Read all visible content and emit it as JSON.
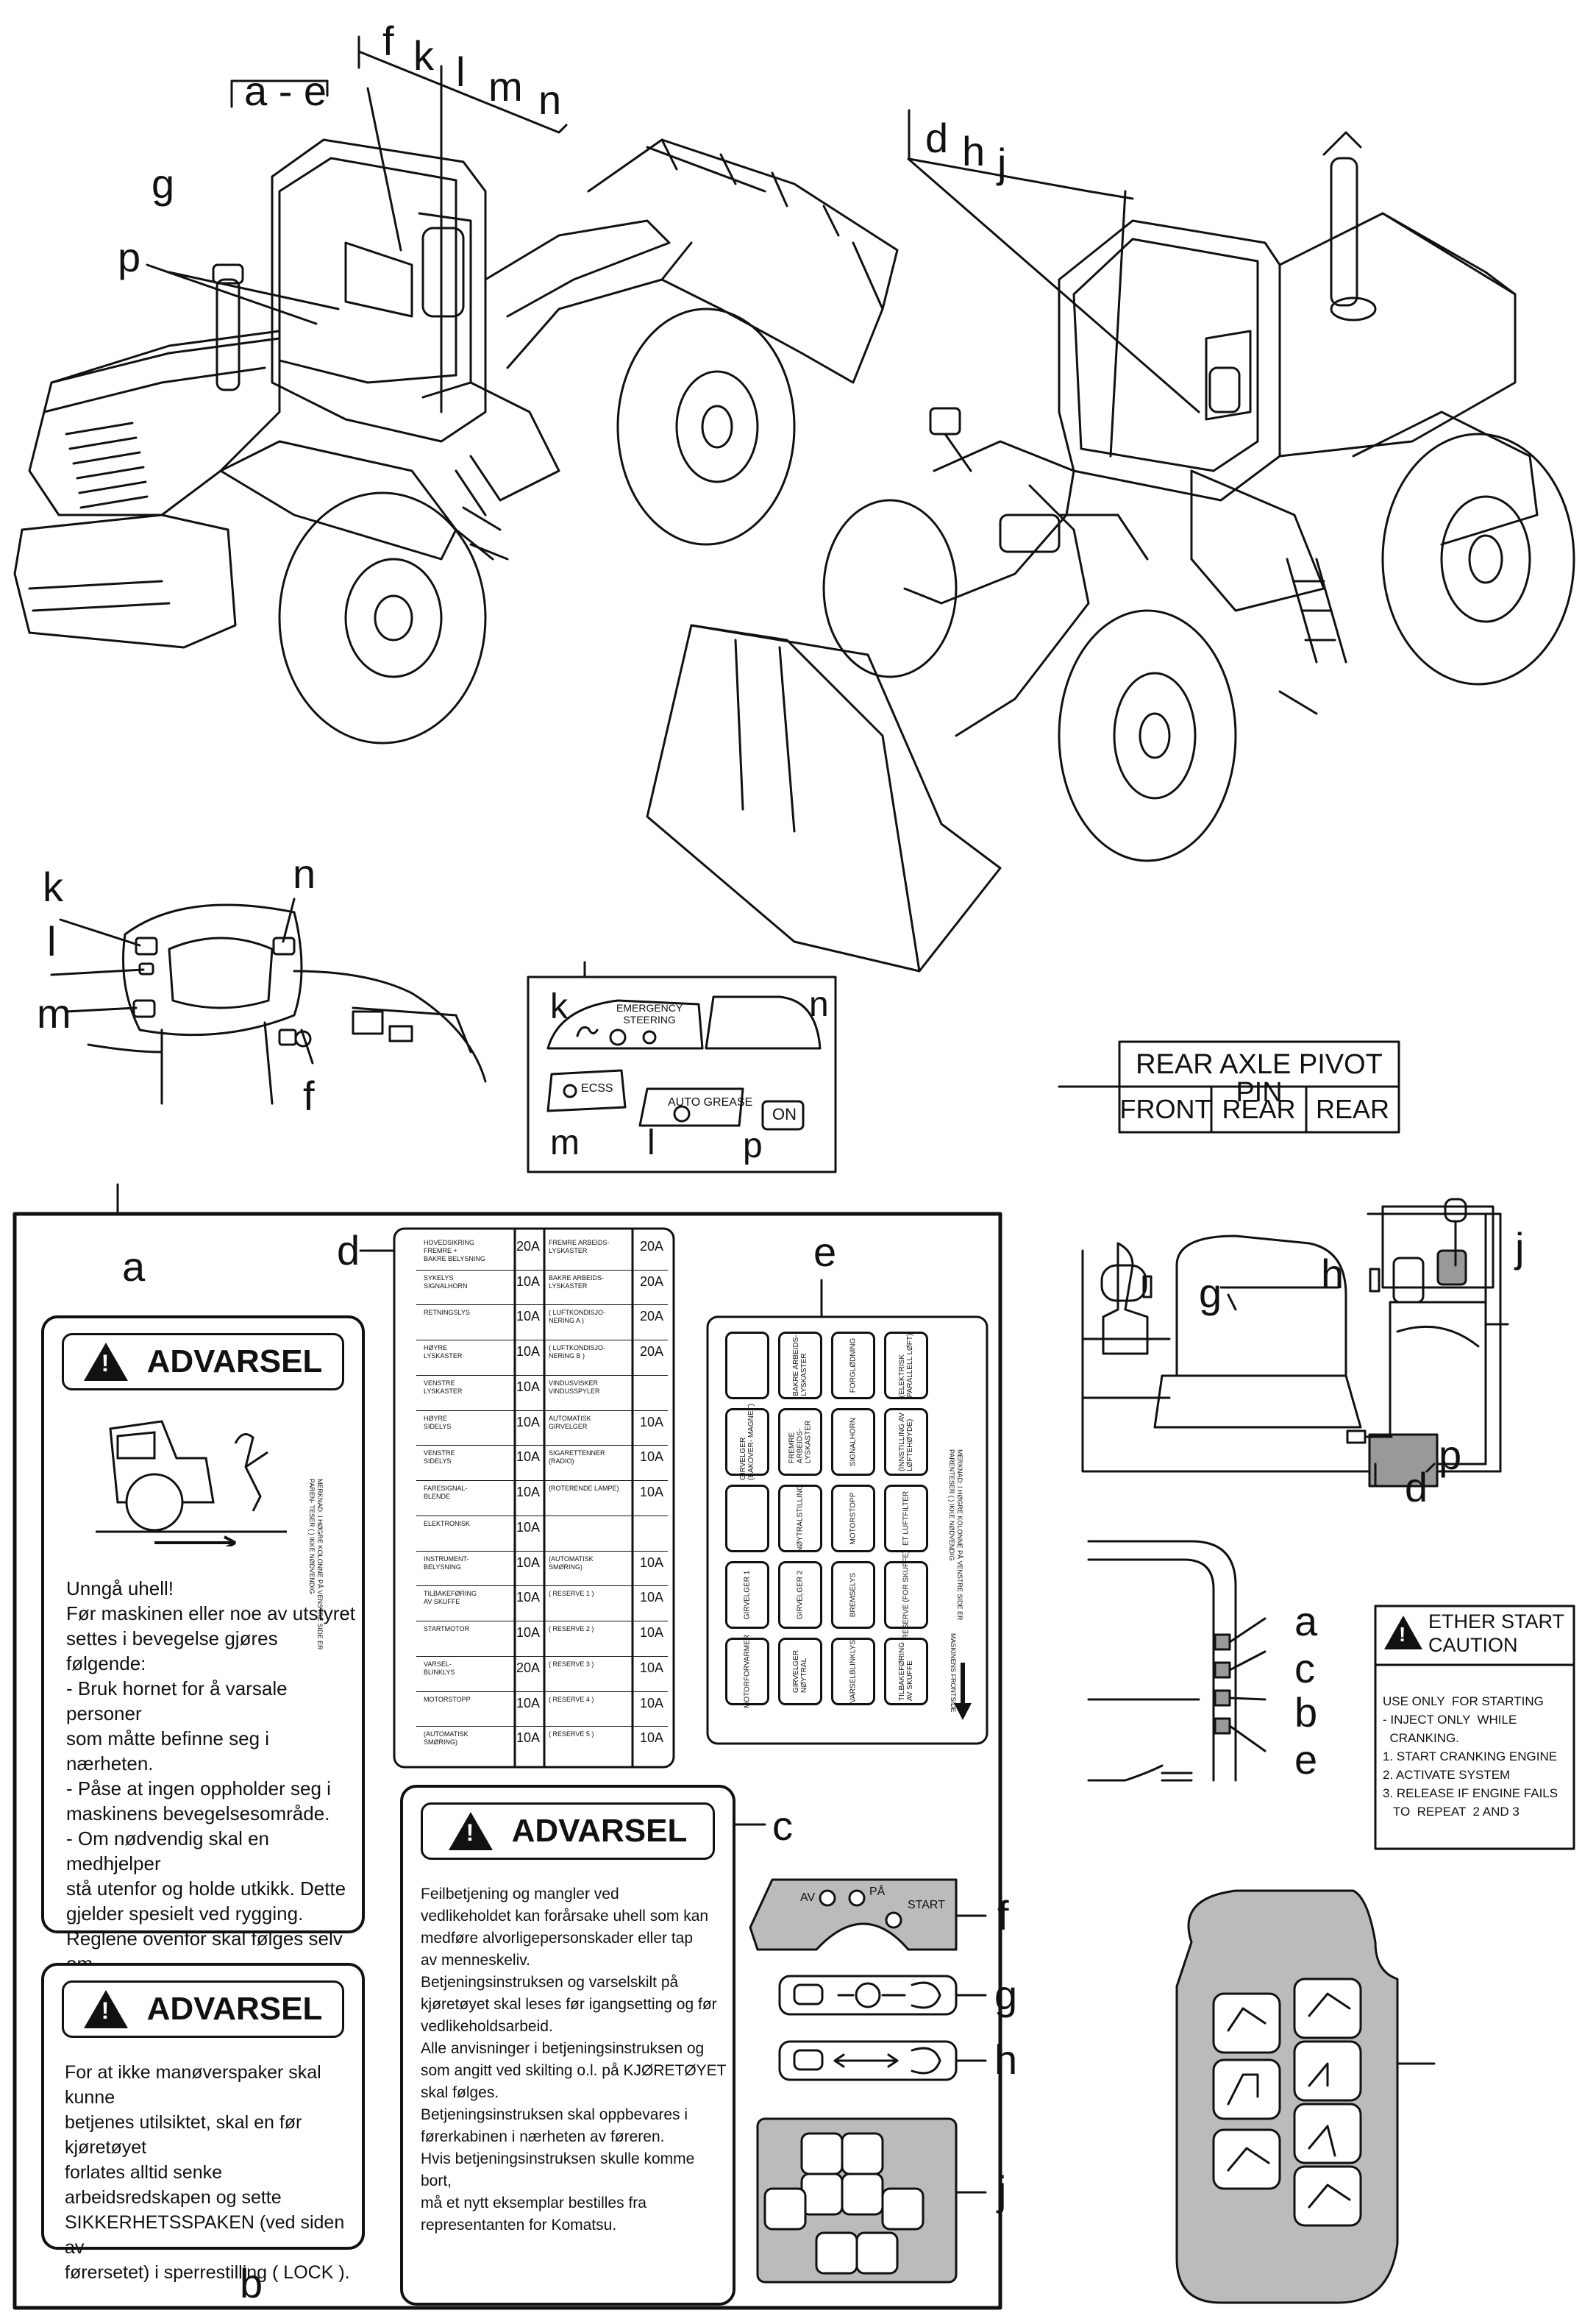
{
  "callouts": {
    "ae": "a - e",
    "f": "f",
    "k": "k",
    "l": "l",
    "m": "m",
    "n": "n",
    "g": "g",
    "p": "p",
    "d": "d",
    "h": "h",
    "j": "j",
    "k2": "k",
    "l2": "l",
    "m2": "m",
    "n2": "n",
    "f2": "f",
    "a": "a",
    "b": "b",
    "c": "c",
    "d2": "d",
    "e": "e",
    "fsw": "f",
    "gsw": "g",
    "hsw": "h",
    "jsw": "j",
    "g3": "g",
    "h3": "h",
    "j3": "j",
    "p3": "p",
    "d3": "d",
    "a4": "a",
    "c4": "c",
    "b4": "b",
    "e4": "e"
  },
  "switch_panel": {
    "emergency": "EMERGENCY\nSTEERING",
    "ecss": "ECSS",
    "auto_grease": "AUTO GREASE",
    "on": "ON",
    "k": "k",
    "n": "n",
    "m": "m",
    "l": "l",
    "p": "p"
  },
  "pivot_label": {
    "title": "REAR AXLE PIVOT PIN",
    "c1": "FRONT",
    "c2": "REAR",
    "c3": "REAR"
  },
  "ether": {
    "title": "ETHER START\nCAUTION",
    "body": "USE ONLY  FOR STARTING\n- INJECT ONLY  WHILE\n  CRANKING.\n1. START CRANKING ENGINE\n2. ACTIVATE SYSTEM\n3. RELEASE IF ENGINE FAILS\n   TO  REPEAT  2 AND 3"
  },
  "label_a": {
    "title": "ADVARSEL",
    "body": "Unngå uhell!\nFør maskinen eller noe av utstyret\nsettes i bevegelse gjøres følgende:\n  - Bruk hornet for å varsale personer\n     som måtte befinne seg i nærheten.\n  - Påse at ingen oppholder seg i\n     maskinens bevegelsesområde.\n  - Om nødvendig skal en medhjelper\n     stå utenfor og holde utkikk. Dette\n     gjelder spesielt ved rygging.\nReglene ovenfor skal følges selv om\nmaskinen er utstyrt med ryggealarm\nog sladrespeil."
  },
  "label_b": {
    "title": "ADVARSEL",
    "body": "For at ikke manøverspaker skal kunne\nbetjenes utilsiktet, skal en før kjøretøyet\nforlates alltid senke\narbeidsredskapen og sette\nSIKKERHETSSPAKEN (ved siden av\nførersetet) i sperrestilling ( LOCK )."
  },
  "label_c": {
    "title": "ADVARSEL",
    "body": "Feilbetjening og mangler ved\nvedlikeholdet kan forårsake uhell som kan\nmedføre alvorligepersonskader eller tap\nav menneskeliv.\nBetjeningsinstruksen og varselskilt på\nkjøretøyet skal leses før igangsetting og før\nvedlikeholdsarbeid.\nAlle anvisninger i betjeningsinstruksen og\nsom angitt ved skilting o.l. på KJØRETØYET\nskal følges.\nBetjeningsinstruksen skal oppbevares i\nførerkabinen i nærheten av føreren.\nHvis betjeningsinstruksen skulle komme bort,\nmå et nytt eksemplar bestilles fra\nrepresentanten for Komatsu."
  },
  "key_switch": {
    "av": "AV",
    "pa": "PÅ",
    "start": "START"
  },
  "fuse_note": "MERKNAD: I HØGRE KOLONNE PÅ VENSTRE SIDE ER\nPAREN- TESER ( ) IKKE NØDVENDIG",
  "fuse_rows": [
    {
      "l": "HOVEDSIKRING\nFREMRE +\nBAKRE BELYSNING",
      "la": "20A",
      "r": "FREMRE ARBEIDS-\nLYSKASTER",
      "ra": "20A"
    },
    {
      "l": "SYKELYS\nSIGNALHORN",
      "la": "10A",
      "r": "BAKRE ARBEIDS-\nLYSKASTER",
      "ra": "20A"
    },
    {
      "l": "RETNINGSLYS",
      "la": "10A",
      "r": "( LUFTKONDISJO-\nNERING A )",
      "ra": "20A"
    },
    {
      "l": "HØYRE\nLYSKASTER",
      "la": "10A",
      "r": "( LUFTKONDISJO-\nNERING B )",
      "ra": "20A"
    },
    {
      "l": "VENSTRE\nLYSKASTER",
      "la": "10A",
      "r": "VINDUSVISKER\nVINDUSSPYLER",
      "ra": ""
    },
    {
      "l": "HØYRE\nSIDELYS",
      "la": "10A",
      "r": "AUTOMATISK\nGIRVELGER",
      "ra": "10A"
    },
    {
      "l": "VENSTRE\nSIDELYS",
      "la": "10A",
      "r": "SIGARETTENNER\n(RADIO)",
      "ra": "10A"
    },
    {
      "l": "FARESIGNAL-\nBLENDE",
      "la": "10A",
      "r": "(ROTERENDE LAMPE)",
      "ra": "10A"
    },
    {
      "l": "ELEKTRONISK",
      "la": "10A",
      "r": "",
      "ra": ""
    },
    {
      "l": "INSTRUMENT-\nBELYSNING",
      "la": "10A",
      "r": "(AUTOMATISK\nSMØRING)",
      "ra": "10A"
    },
    {
      "l": "TILBAKEFØRING\nAV SKUFFE",
      "la": "10A",
      "r": "(   RESERVE 1     )",
      "ra": "10A"
    },
    {
      "l": "STARTMOTOR",
      "la": "10A",
      "r": "(   RESERVE 2     )",
      "ra": "10A"
    },
    {
      "l": "VARSEL-\nBLINKLYS",
      "la": "20A",
      "r": "(   RESERVE 3     )",
      "ra": "10A"
    },
    {
      "l": "MOTORSTOPP",
      "la": "10A",
      "r": "(   RESERVE 4     )",
      "ra": "10A"
    },
    {
      "l": "(AUTOMATISK\nSMØRING)",
      "la": "10A",
      "r": "(   RESERVE 5     )",
      "ra": "10A"
    }
  ],
  "relay_grid": [
    [
      "",
      "BAKRE ARBEIDS-\nLYSKASTER",
      "FORGLØDNING",
      "(ELEKTRISK\nPARALLELL LØFT)"
    ],
    [
      "GIRVELGER\n(BAKOVER- MAGNET)",
      "FREMRE\nARBEIDS-\nLYSKASTER",
      "SIGNALHORN",
      "(INNSTILLING AV\nLØFTEHØYDE)"
    ],
    [
      "",
      "NØYTRALSTILLING",
      "MOTORSTOPP",
      "ET LUFTFILTER"
    ],
    [
      "GIRVELGER 1",
      "GIRVELGER 2",
      "BREMSELYS",
      "RESERVE (FOR SKUFFE)"
    ],
    [
      "MOTORFORVARMER",
      "GIRVELGER\nNØYTRAL",
      "VARSELBLINKLYS",
      "TILBAKEFØRING\nAV SKUFFE"
    ]
  ],
  "relay_note": "MERKNAD: I HØGRE KOLONNE PÅ VENSTRE SIDE ER\nPARENTESER ( ) IKKE NØDVENDIG",
  "relay_front": "MASKINENS FRONTSIDE"
}
